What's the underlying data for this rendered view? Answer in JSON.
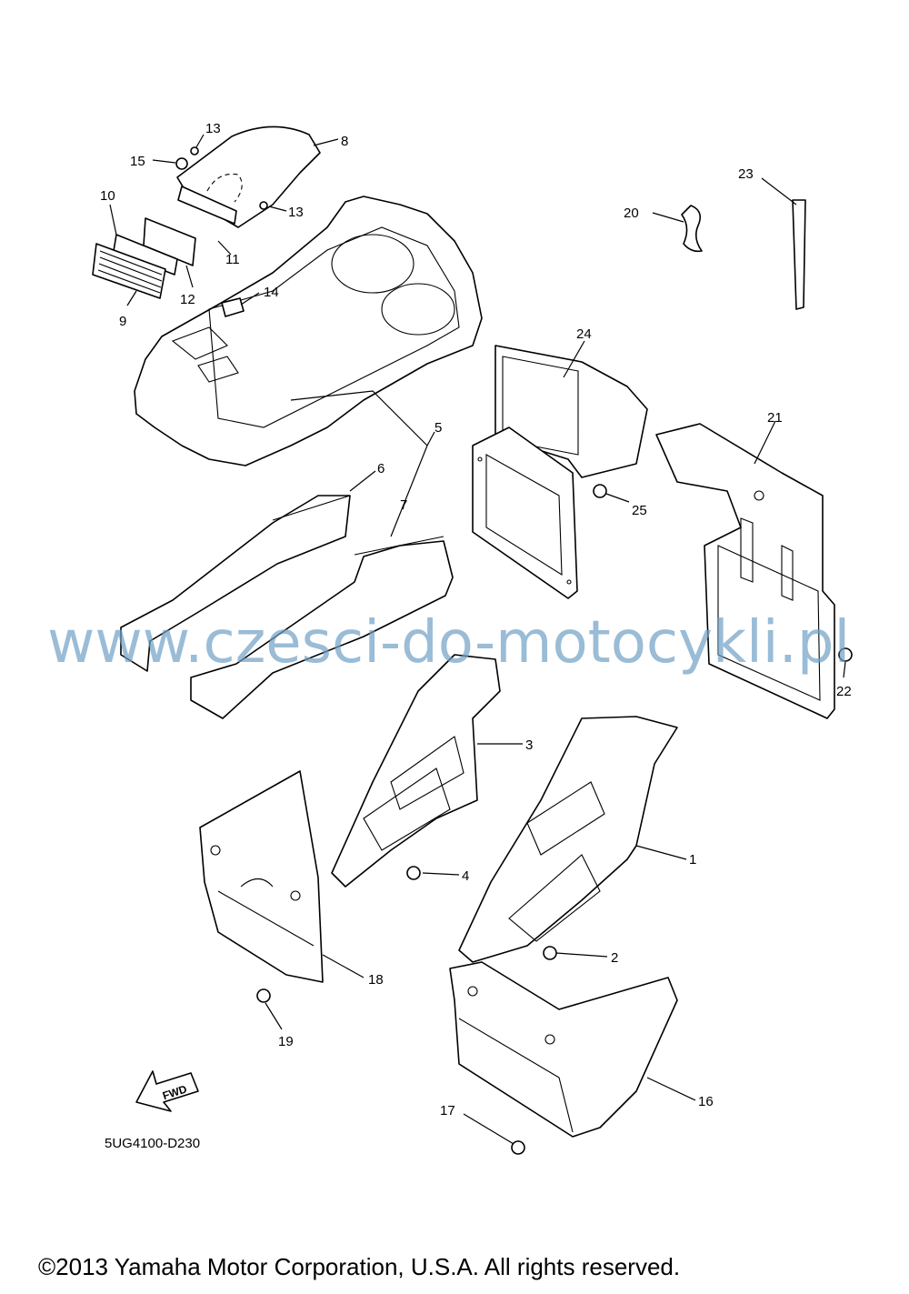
{
  "diagram": {
    "callouts": [
      {
        "id": "c1",
        "text": "1"
      },
      {
        "id": "c2",
        "text": "2"
      },
      {
        "id": "c3",
        "text": "3"
      },
      {
        "id": "c4",
        "text": "4"
      },
      {
        "id": "c5",
        "text": "5"
      },
      {
        "id": "c6",
        "text": "6"
      },
      {
        "id": "c7",
        "text": "7"
      },
      {
        "id": "c8",
        "text": "8"
      },
      {
        "id": "c9",
        "text": "9"
      },
      {
        "id": "c10",
        "text": "10"
      },
      {
        "id": "c11",
        "text": "11"
      },
      {
        "id": "c12",
        "text": "12"
      },
      {
        "id": "c13a",
        "text": "13"
      },
      {
        "id": "c13b",
        "text": "13"
      },
      {
        "id": "c14",
        "text": "14"
      },
      {
        "id": "c15",
        "text": "15"
      },
      {
        "id": "c16",
        "text": "16"
      },
      {
        "id": "c17",
        "text": "17"
      },
      {
        "id": "c18",
        "text": "18"
      },
      {
        "id": "c19",
        "text": "19"
      },
      {
        "id": "c20",
        "text": "20"
      },
      {
        "id": "c21",
        "text": "21"
      },
      {
        "id": "c22",
        "text": "22"
      },
      {
        "id": "c23",
        "text": "23"
      },
      {
        "id": "c24",
        "text": "24"
      },
      {
        "id": "c25",
        "text": "25"
      }
    ],
    "fwd_label": "FWD",
    "diagram_code": "5UG4100-D230",
    "watermark": "www.czesci-do-motocykli.pl",
    "copyright": "©2013 Yamaha Motor Corporation, U.S.A. All rights reserved."
  }
}
